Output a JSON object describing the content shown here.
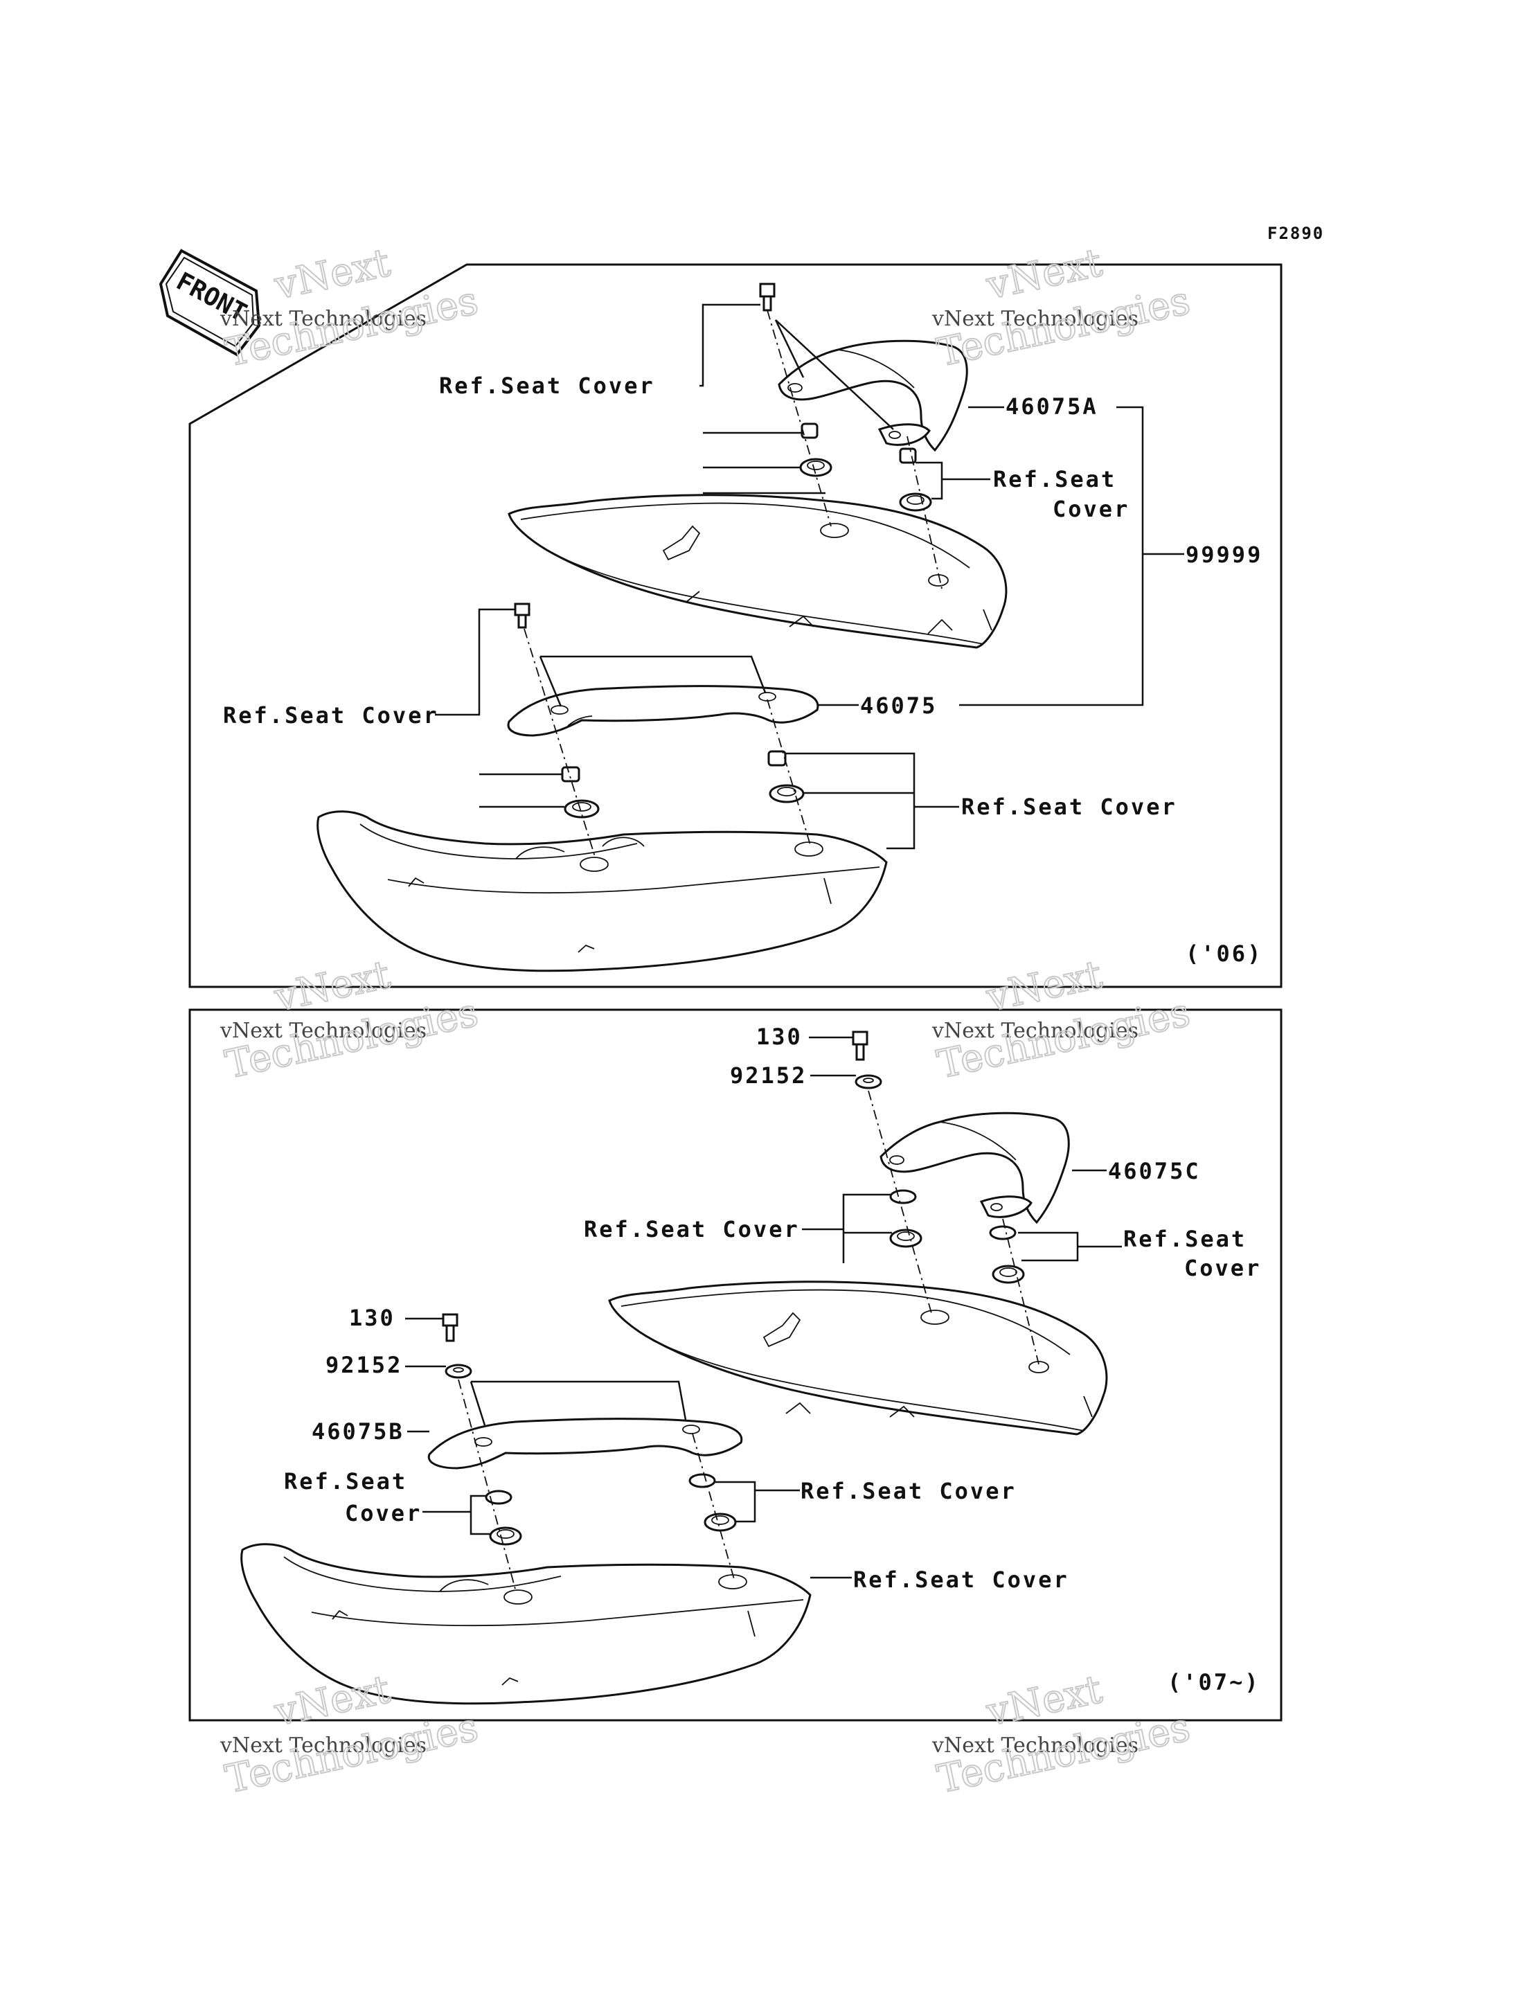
{
  "figure_code": "F2890",
  "front_label": "FRONT",
  "watermark": {
    "line1": "vNext Technologies",
    "line2": "Technologies",
    "line3": "vNext"
  },
  "panel_top": {
    "year": "('06)",
    "labels": {
      "ref_seat_cover_a": "Ref.Seat Cover",
      "part_46075A": "46075A",
      "ref_seat_cover_b1": "Ref.Seat",
      "ref_seat_cover_b2": "Cover",
      "part_99999": "99999",
      "part_46075": "46075",
      "ref_seat_cover_c": "Ref.Seat Cover",
      "ref_seat_cover_d": "Ref.Seat Cover"
    }
  },
  "panel_bottom": {
    "year": "('07~)",
    "labels": {
      "part_130_a": "130",
      "part_92152_a": "92152",
      "part_46075C": "46075C",
      "ref_seat_cover_e": "Ref.Seat Cover",
      "ref_seat_cover_f1": "Ref.Seat",
      "ref_seat_cover_f2": "Cover",
      "part_130_b": "130",
      "part_92152_b": "92152",
      "part_46075B": "46075B",
      "ref_seat_cover_g1": "Ref.Seat",
      "ref_seat_cover_g2": "Cover",
      "ref_seat_cover_h": "Ref.Seat Cover",
      "ref_seat_cover_i": "Ref.Seat Cover"
    }
  }
}
